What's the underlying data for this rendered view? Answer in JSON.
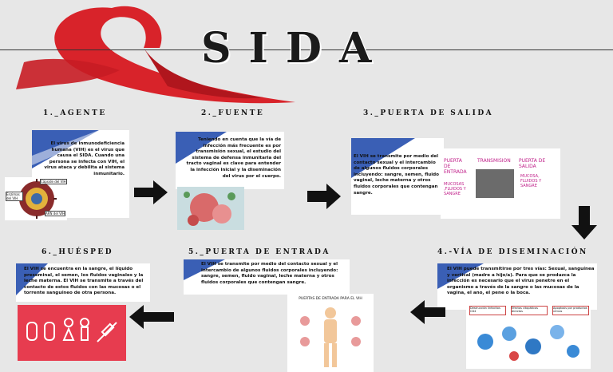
{
  "title": "SIDA",
  "steps": {
    "s1": {
      "heading": "1._Agente",
      "text": "El virus de inmunodeficiencia humana (VIH) es el virus que causa el SIDA. Cuando una persona se infecta con VIH, el virus ataca y debilita al sistema inmunitario.",
      "labels": [
        "Cápside del VIH",
        "Enzimas del VIH",
        "ARN del VIH"
      ]
    },
    "s2": {
      "heading": "2._Fuente",
      "text": "Teniendo en cuenta que la vía de infección más frecuente es por transmisión sexual, el estudio del sistema de defensa inmunitaria del tracto vaginal es clave para entender la infección inicial y la diseminación del virus por el cuerpo."
    },
    "s3": {
      "heading": "3._Puerta de salida",
      "text": "El VIH se transmite por medio del contacto sexual y el intercambio de algunos fluidos corporales incluyendo: sangre, semen, fluido vaginal, leche materna y otros fluidos corporales que contengan sangre.",
      "diagram": {
        "entrada": "PUERTA DE ENTRADA",
        "transmision": "TRANSMISION",
        "salida": "PUERTA DE SALIDA",
        "left": "MUCOSAS ,FLUIDOS Y SANGRE",
        "right": "MUCOSA, FLUIDOS Y SANGRE"
      }
    },
    "s4": {
      "heading": "4.-Vía de diseminación",
      "text": "El VIH puede transmitirse por tres vías: Sexual, sanguínea y vertical (madre a hijo/a). Para que se produzca la infección es necesario que el virus penetre en el organismo a través de la sangre o las mucosas de la vagina, el ano, el pene o la boca.",
      "boxes": [
        "Destrucción linfocitos CD4",
        "Efectos citopáticos directos",
        "Apoptosis por productos víricos"
      ]
    },
    "s5": {
      "heading": "5._Puerta de entrada",
      "text": "El VIH se transmite por medio del contacto sexual y el intercambio de algunos fluidos corporales incluyendo: sangre, semen, fluido vaginal, leche materna y otros fluidos corporales que contengan sangre.",
      "figure_title": "PUERTAS DE ENTRADA PARA EL VIH"
    },
    "s6": {
      "heading": "6._Huésped",
      "text": "El VIH se encuentra en la sangre, el líquido preseminal, el semen, los fluidos vaginales y la leche materna. El VIH se transmite a través del contacto de estos fluidos con las mucosas o el torrente sanguíneo de otra persona."
    }
  },
  "colors": {
    "ribbon": "#d8232a",
    "accent": "#3a5fb5",
    "panel": "#e73c4f"
  }
}
